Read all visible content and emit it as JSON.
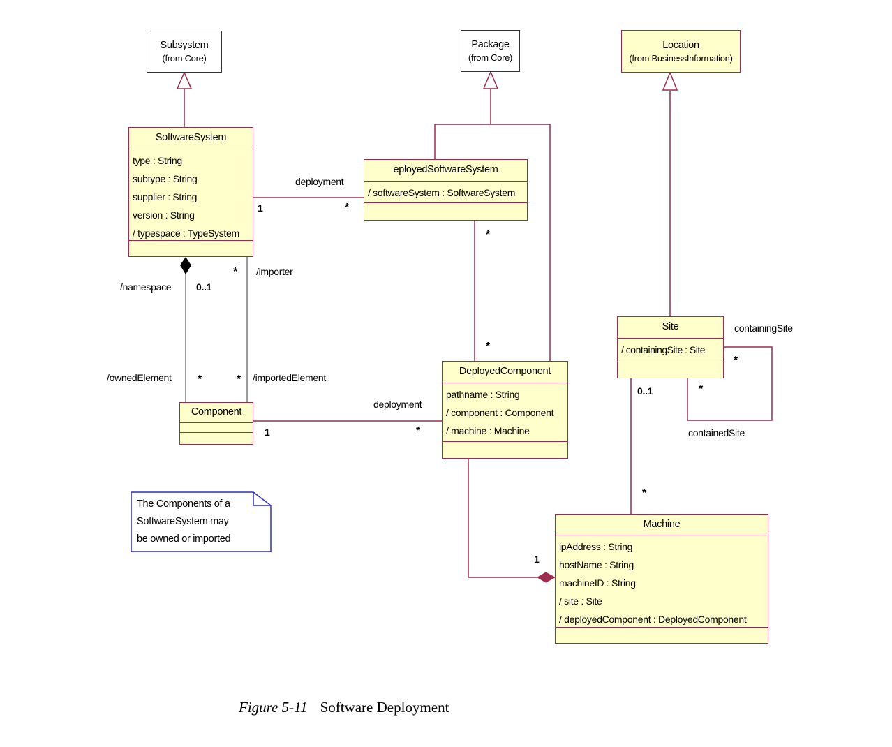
{
  "colors": {
    "class_fill": "#ffffcc",
    "class_border": "#9c2b4d",
    "package_border": "#333333",
    "gray_line": "#7b7b7b",
    "note_border": "#2e2ec0",
    "diamond_black": "#000000"
  },
  "classes": {
    "subsystem": {
      "name": "Subsystem",
      "origin": "(from Core)"
    },
    "package": {
      "name": "Package",
      "origin": "(from Core)"
    },
    "location": {
      "name": "Location",
      "origin": "(from BusinessInformation)"
    },
    "software_system": {
      "name": "SoftwareSystem",
      "attributes": [
        "type : String",
        "subtype : String",
        "supplier : String",
        "version : String",
        "/ typespace : TypeSystem"
      ]
    },
    "deployed_software_system": {
      "name": "eployedSoftwareSystem",
      "attributes": [
        "/ softwareSystem : SoftwareSystem"
      ]
    },
    "site": {
      "name": "Site",
      "attributes": [
        "/ containingSite : Site"
      ]
    },
    "deployed_component": {
      "name": "DeployedComponent",
      "attributes": [
        "pathname : String",
        "/ component : Component",
        "/ machine : Machine"
      ]
    },
    "component": {
      "name": "Component",
      "attributes": []
    },
    "machine": {
      "name": "Machine",
      "attributes": [
        "ipAddress : String",
        "hostName : String",
        "machineID : String",
        "/ site : Site",
        "/ deployedComponent : DeployedComponent"
      ]
    }
  },
  "labels": {
    "deployment_top": "deployment",
    "deployment_top_source_mult": "1",
    "deployment_top_target_mult": "*",
    "namespace_role": "/namespace",
    "namespace_mult": "0..1",
    "importer_role": "/importer",
    "importer_mult": "*",
    "owned_element_role": "/ownedElement",
    "owned_element_mult": "*",
    "imported_element_role": "/importedElement",
    "imported_element_mult": "*",
    "deployment_bottom": "deployment",
    "deployment_bottom_source_mult": "1",
    "deployment_bottom_target_mult": "*",
    "dss_to_dc_top_mult": "*",
    "dss_to_dc_bottom_mult": "*",
    "containing_site_role": "containingSite",
    "containing_site_mult": "*",
    "contained_site_mult": "*",
    "contained_site_role": "containedSite",
    "site_machine_site_mult": "0..1",
    "site_machine_machine_mult": "*",
    "dc_machine_mult": "1"
  },
  "note": {
    "line1": "The Components of a",
    "line2": "SoftwareSystem may",
    "line3": "be owned or imported"
  },
  "caption": {
    "figure_label": "Figure 5-11",
    "title": "Software Deployment"
  }
}
